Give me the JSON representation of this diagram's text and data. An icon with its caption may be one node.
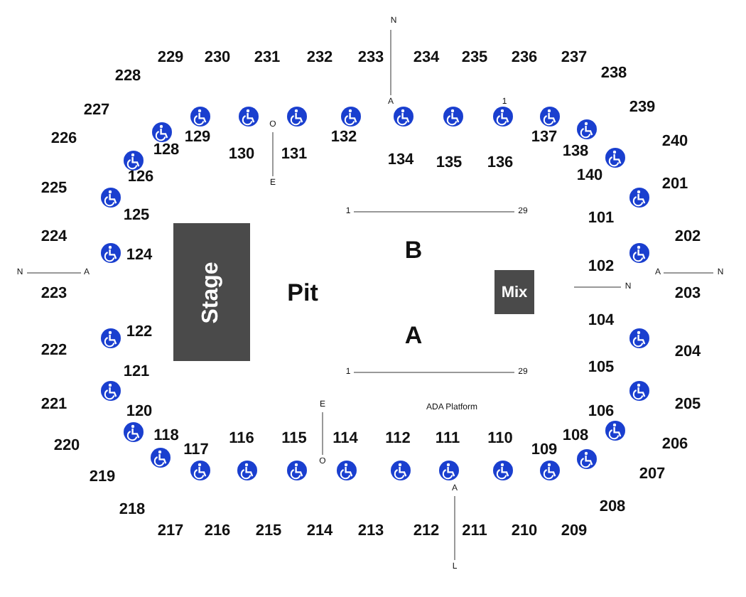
{
  "diagram": {
    "nodes": [
      {
        "text": [
          "Stage"
        ]
      },
      {
        "text": [
          "Mix"
        ]
      }
    ],
    "labels": [
      "N",
      "229",
      "230",
      "231",
      "232",
      "233",
      "234",
      "235",
      "236",
      "237",
      "228",
      "238",
      "227",
      "A",
      "1",
      "239",
      "226",
      "129",
      "O",
      "132",
      "137",
      "240",
      "128",
      "130",
      "131",
      "134",
      "135",
      "136",
      "138",
      "126",
      "140",
      "E",
      "225",
      "201",
      "125",
      "1",
      "29",
      "101",
      "224",
      "124",
      "202",
      "B",
      "N",
      "A",
      "102",
      "A",
      "N",
      "Pit",
      "223",
      "N",
      "203",
      "122",
      "104",
      "222",
      "A",
      "204",
      "121",
      "1",
      "29",
      "105",
      "221",
      "E",
      "ADA Platform",
      "205",
      "120",
      "106",
      "220",
      "118",
      "117",
      "116",
      "115",
      "114",
      "112",
      "111",
      "110",
      "109",
      "108",
      "206",
      "O",
      "219",
      "207",
      "A",
      "218",
      "208",
      "217",
      "216",
      "215",
      "214",
      "213",
      "212",
      "211",
      "210",
      "209",
      "L"
    ]
  }
}
